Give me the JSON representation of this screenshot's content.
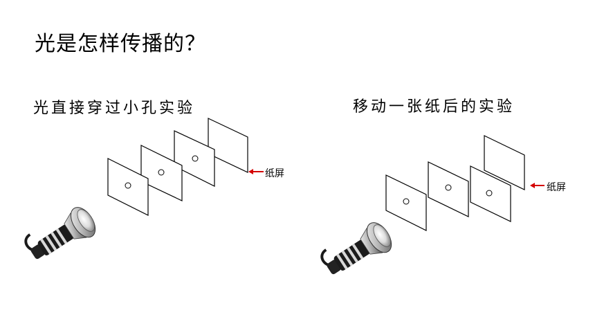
{
  "page": {
    "title": "光是怎样传播的？"
  },
  "experiments": [
    {
      "caption": "光直接穿过小孔实验",
      "pointer_label": "纸屏"
    },
    {
      "caption": "移动一张纸后的实验",
      "pointer_label": "纸屏"
    }
  ],
  "colors": {
    "arrow": "#d40000",
    "line": "#000000"
  }
}
